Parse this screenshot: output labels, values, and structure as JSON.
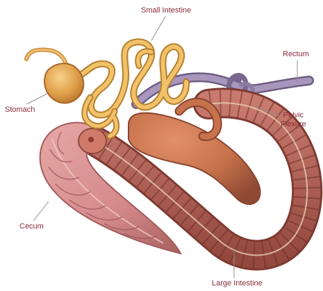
{
  "labels": {
    "small_intestine": "Small Intestine",
    "rectum": "Rectum",
    "stomach": "Stomach",
    "pelvic_flexure_line1": "Pelvic",
    "pelvic_flexure_line2": "Flexure",
    "cecum": "Cecum",
    "large_intestine": "Large Intestine"
  },
  "colors": {
    "label_text": "#8a2a3a",
    "leader_line": "#9a8a8a",
    "stomach": "#e0a04a",
    "small_intestine": "#e8b055",
    "cecum": "#d48a8a",
    "large_colon": "#b5645a",
    "colon_inner": "#c6724a",
    "rectum": "#8e7ba0"
  }
}
